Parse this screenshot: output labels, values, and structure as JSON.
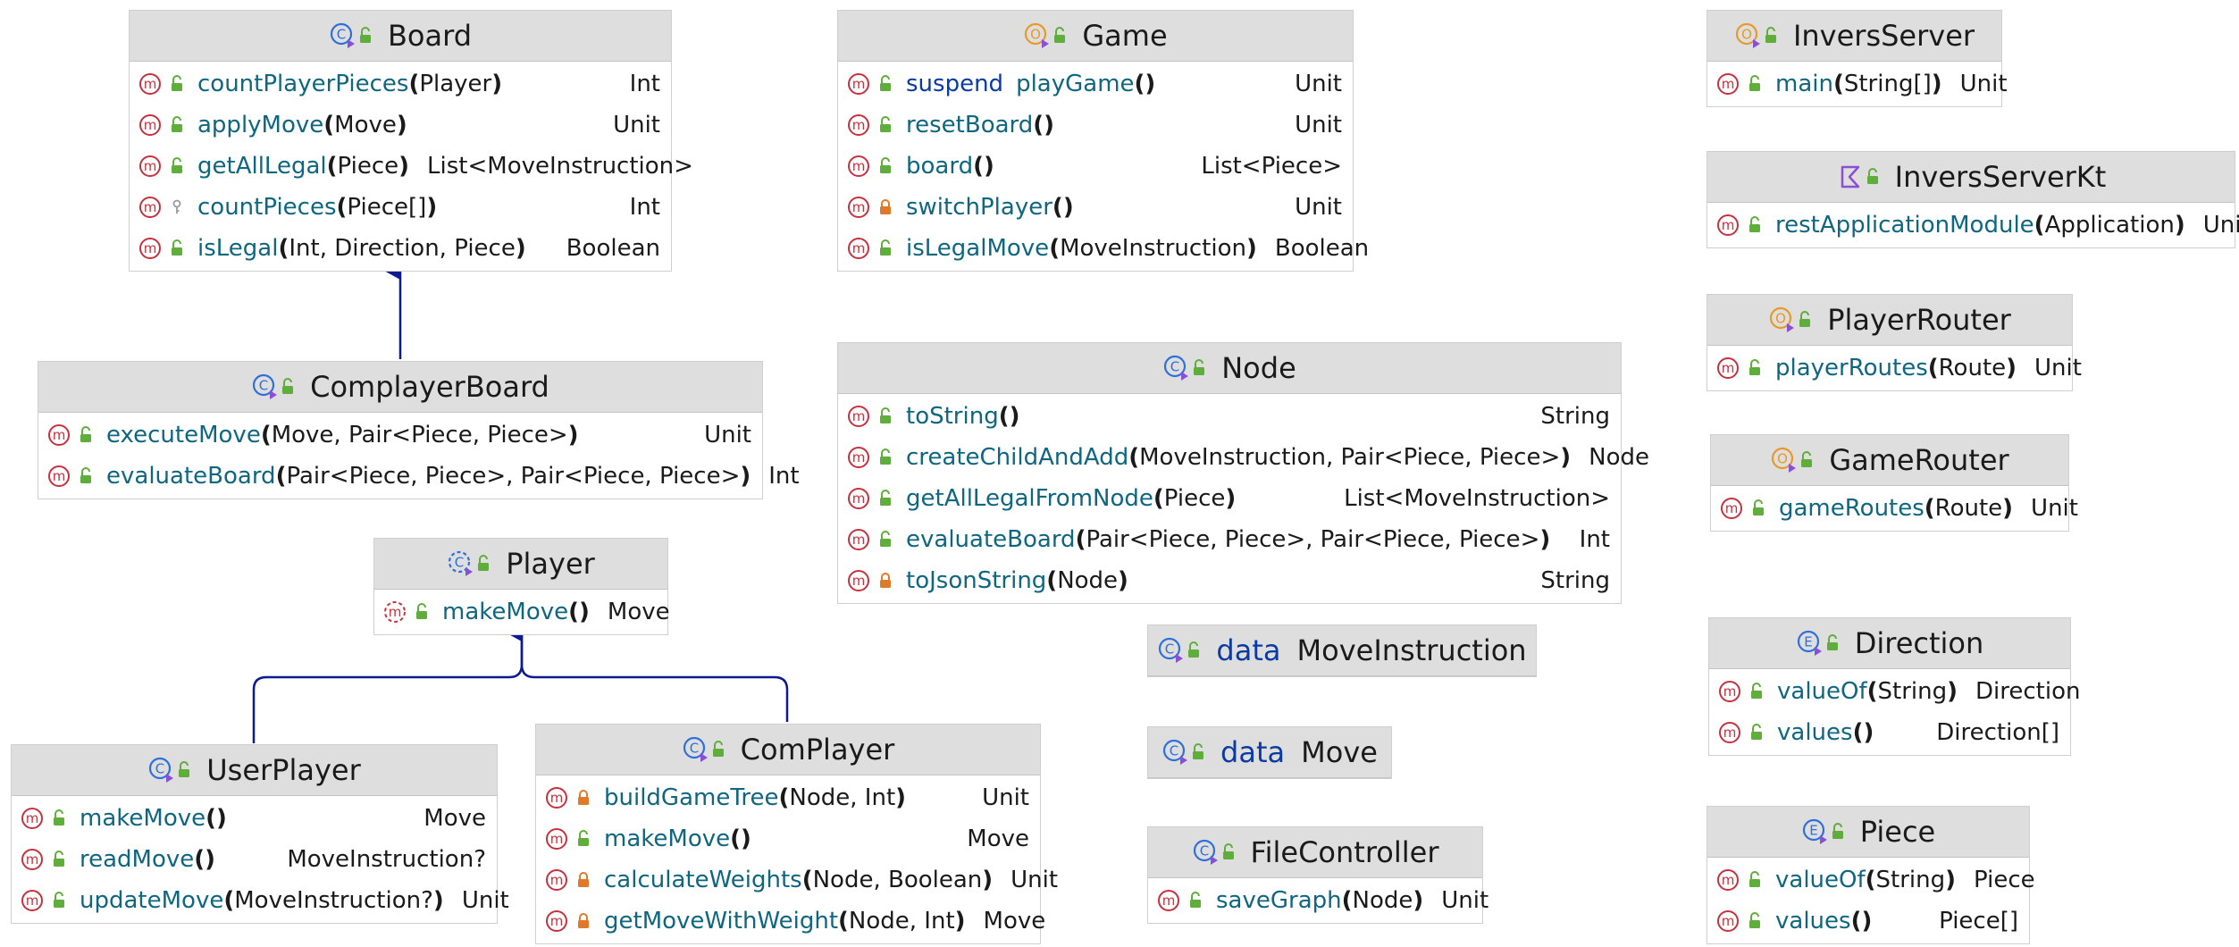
{
  "classes": {
    "board": {
      "name": "Board",
      "kind": "class",
      "members": [
        {
          "name": "countPlayerPieces",
          "params": "Player",
          "ret": "Int",
          "vis": "public"
        },
        {
          "name": "applyMove",
          "params": "Move",
          "ret": "Unit",
          "vis": "public"
        },
        {
          "name": "getAllLegal",
          "params": "Piece",
          "ret": "List<MoveInstruction>",
          "vis": "public"
        },
        {
          "name": "countPieces",
          "params": "Piece[]",
          "ret": "Int",
          "vis": "private-key"
        },
        {
          "name": "isLegal",
          "params": "Int, Direction, Piece",
          "ret": "Boolean",
          "vis": "public"
        }
      ]
    },
    "game": {
      "name": "Game",
      "kind": "object",
      "members": [
        {
          "keyword": "suspend",
          "name": "playGame",
          "params": "",
          "ret": "Unit",
          "vis": "public"
        },
        {
          "name": "resetBoard",
          "params": "",
          "ret": "Unit",
          "vis": "public"
        },
        {
          "name": "board",
          "params": "",
          "ret": "List<Piece>",
          "vis": "public"
        },
        {
          "name": "switchPlayer",
          "params": "",
          "ret": "Unit",
          "vis": "private"
        },
        {
          "name": "isLegalMove",
          "params": "MoveInstruction",
          "ret": "Boolean",
          "vis": "public"
        }
      ]
    },
    "inversServer": {
      "name": "InversServer",
      "kind": "object",
      "members": [
        {
          "name": "main",
          "params": "String[]",
          "ret": "Unit",
          "vis": "public"
        }
      ]
    },
    "inversServerKt": {
      "name": "InversServerKt",
      "kind": "file",
      "members": [
        {
          "name": "restApplicationModule",
          "params": "Application",
          "ret": "Unit",
          "vis": "public"
        }
      ]
    },
    "playerRouter": {
      "name": "PlayerRouter",
      "kind": "object",
      "members": [
        {
          "name": "playerRoutes",
          "params": "Route",
          "ret": "Unit",
          "vis": "public"
        }
      ]
    },
    "gameRouter": {
      "name": "GameRouter",
      "kind": "object",
      "members": [
        {
          "name": "gameRoutes",
          "params": "Route",
          "ret": "Unit",
          "vis": "public"
        }
      ]
    },
    "complayerBoard": {
      "name": "ComplayerBoard",
      "kind": "class",
      "members": [
        {
          "name": "executeMove",
          "params": "Move, Pair<Piece, Piece>",
          "ret": "Unit",
          "vis": "public"
        },
        {
          "name": "evaluateBoard",
          "params": "Pair<Piece, Piece>, Pair<Piece, Piece>",
          "ret": "Int",
          "vis": "public"
        }
      ]
    },
    "node": {
      "name": "Node",
      "kind": "class",
      "members": [
        {
          "name": "toString",
          "params": "",
          "ret": "String",
          "vis": "public"
        },
        {
          "name": "createChildAndAdd",
          "params": "MoveInstruction, Pair<Piece, Piece>",
          "ret": "Node",
          "vis": "public"
        },
        {
          "name": "getAllLegalFromNode",
          "params": "Piece",
          "ret": "List<MoveInstruction>",
          "vis": "public"
        },
        {
          "name": "evaluateBoard",
          "params": "Pair<Piece, Piece>, Pair<Piece, Piece>",
          "ret": "Int",
          "vis": "public"
        },
        {
          "name": "toJsonString",
          "params": "Node",
          "ret": "String",
          "vis": "private"
        }
      ]
    },
    "player": {
      "name": "Player",
      "kind": "abstract",
      "members": [
        {
          "name": "makeMove",
          "params": "",
          "ret": "Move",
          "vis": "public",
          "abstract": true
        }
      ]
    },
    "moveInstruction": {
      "keyword": "data",
      "name": "MoveInstruction",
      "kind": "class",
      "members": []
    },
    "move": {
      "keyword": "data",
      "name": "Move",
      "kind": "class",
      "members": []
    },
    "fileController": {
      "name": "FileController",
      "kind": "class",
      "members": [
        {
          "name": "saveGraph",
          "params": "Node",
          "ret": "Unit",
          "vis": "public"
        }
      ]
    },
    "direction": {
      "name": "Direction",
      "kind": "enum",
      "members": [
        {
          "name": "valueOf",
          "params": "String",
          "ret": "Direction",
          "vis": "public"
        },
        {
          "name": "values",
          "params": "",
          "ret": "Direction[]",
          "vis": "public"
        }
      ]
    },
    "userPlayer": {
      "name": "UserPlayer",
      "kind": "class",
      "members": [
        {
          "name": "makeMove",
          "params": "",
          "ret": "Move",
          "vis": "public"
        },
        {
          "name": "readMove",
          "params": "",
          "ret": "MoveInstruction?",
          "vis": "public"
        },
        {
          "name": "updateMove",
          "params": "MoveInstruction?",
          "ret": "Unit",
          "vis": "public"
        }
      ]
    },
    "comPlayer": {
      "name": "ComPlayer",
      "kind": "class",
      "members": [
        {
          "name": "buildGameTree",
          "params": "Node, Int",
          "ret": "Unit",
          "vis": "private"
        },
        {
          "name": "makeMove",
          "params": "",
          "ret": "Move",
          "vis": "public"
        },
        {
          "name": "calculateWeights",
          "params": "Node, Boolean",
          "ret": "Unit",
          "vis": "private"
        },
        {
          "name": "getMoveWithWeight",
          "params": "Node, Int",
          "ret": "Move",
          "vis": "private"
        }
      ]
    },
    "piece": {
      "name": "Piece",
      "kind": "enum",
      "members": [
        {
          "name": "valueOf",
          "params": "String",
          "ret": "Piece",
          "vis": "public"
        },
        {
          "name": "values",
          "params": "",
          "ret": "Piece[]",
          "vis": "public"
        }
      ]
    }
  },
  "edges": [
    {
      "from": "complayerBoard",
      "to": "board",
      "type": "extends"
    },
    {
      "from": "userPlayer",
      "to": "player",
      "type": "extends"
    },
    {
      "from": "comPlayer",
      "to": "player",
      "type": "extends"
    }
  ],
  "colors": {
    "method": "#c8303d",
    "class": "#2f6fdb",
    "object": "#e59a2a",
    "file": "#8a4fd8",
    "enum": "#2f6fdb",
    "visPublic": "#5fae3c",
    "visPrivate": "#e07a2a",
    "edge": "#0c1a8f",
    "memberName": "#0e6680",
    "keyword": "#0b3aa5"
  }
}
